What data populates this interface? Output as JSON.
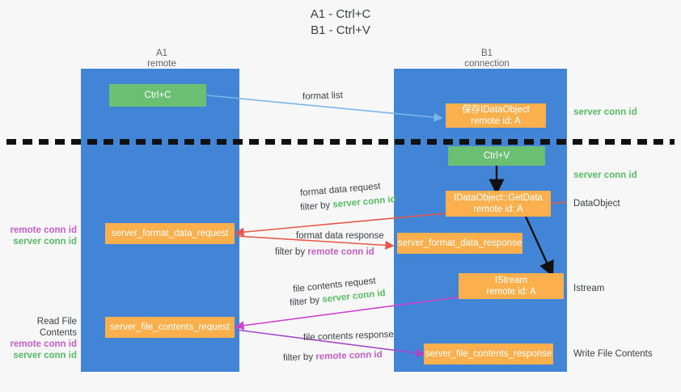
{
  "title": "A1 - Ctrl+C\nB1 - Ctrl+V",
  "columns": [
    {
      "name": "A1",
      "sub": "remote",
      "header": "A1\nremote"
    },
    {
      "name": "B1",
      "sub": "connection",
      "header": "B1\nconnection"
    }
  ],
  "boxes": {
    "ctrl_c": "Ctrl+C",
    "ctrl_v": "Ctrl+V",
    "save_idataobject": "保存IDataObject\nremote id: A",
    "idataobject_getdata": "IDataObject::GetData\nremote id: A",
    "istream": "IStream\nremote id: A",
    "server_format_data_request": "server_format_data_request",
    "server_format_data_response": "server_format_data_response",
    "server_file_contents_request": "server_file_contents_request",
    "server_file_contents_response": "server_file_contents_response"
  },
  "right_labels": {
    "server_conn_id_top": "server conn id",
    "server_conn_id_mid": "server conn id",
    "dataobject": "DataObject",
    "istream": "Istream",
    "write_file_contents": "Write File Contents"
  },
  "left_labels": {
    "format_remote": "remote conn id",
    "format_server": "server conn id",
    "read_file_contents": "Read File Contents",
    "file_remote": "remote conn id",
    "file_server": "server conn id"
  },
  "captions": {
    "format_list": "format list",
    "format_data_request": "format data request",
    "format_data_request_filter_pre": "filter by ",
    "format_data_request_filter_key": "server conn id",
    "format_data_response": "format data response",
    "format_data_response_filter_pre": "filter by ",
    "format_data_response_filter_key": "remote conn id",
    "file_contents_request": "file contents request",
    "file_contents_request_filter_pre": "filter by ",
    "file_contents_request_filter_key": "server conn id",
    "file_contents_response": "file contents response",
    "file_contents_response_filter_pre": "filter by ",
    "file_contents_response_filter_key": "remote conn id"
  },
  "colors": {
    "lane": "#4285d6",
    "green_box": "#6abf72",
    "orange_box": "#fbb04d",
    "server_conn": "#57bb63",
    "remote_conn": "#c45ec4",
    "arrow_blue": "#7ab6e8",
    "arrow_red": "#e8574a",
    "arrow_magenta": "#cc44cc",
    "arrow_purple": "#a44ac4",
    "arrow_black": "#111111",
    "background": "#f7f7f7"
  }
}
